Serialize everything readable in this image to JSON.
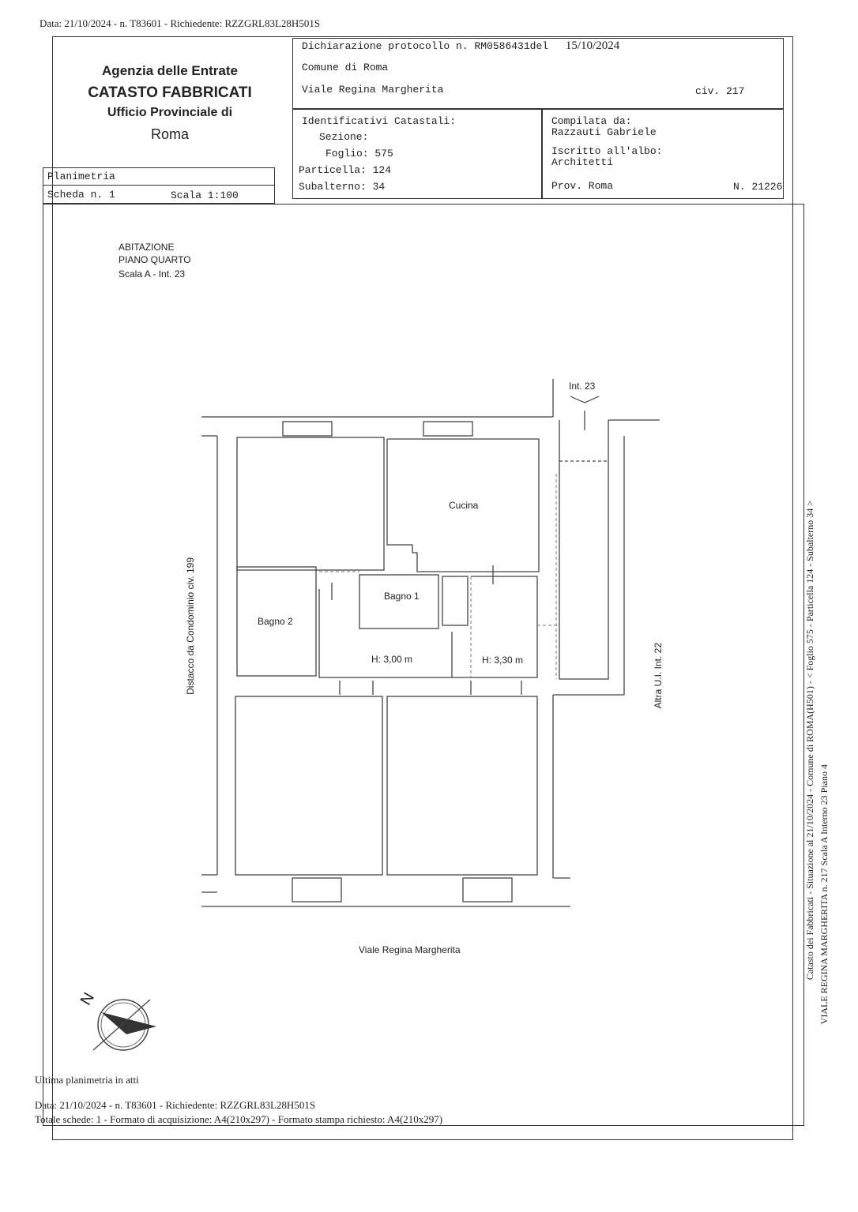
{
  "header_line": "Data: 21/10/2024 - n. T83601 - Richiedente: RZZGRL83L28H501S",
  "agency": {
    "line1": "Agenzia delle Entrate",
    "line2": "CATASTO FABBRICATI",
    "line3": "Ufficio Provinciale di",
    "line4": "Roma"
  },
  "protocol": {
    "text": "Dichiarazione protocollo n. RM0586431del",
    "date": "15/10/2024",
    "comune": "Comune di Roma",
    "address": "Viale Regina Margherita",
    "civ": "civ. 217"
  },
  "identificativi": {
    "title": "Identificativi Catastali:",
    "sezione": "Sezione:",
    "foglio": "Foglio: 575",
    "particella": "Particella: 124",
    "subalterno": "Subalterno: 34"
  },
  "compilata": {
    "label": "Compilata da:",
    "name": "Razzauti Gabriele",
    "albo_label": "Iscritto all'albo:",
    "albo": "Architetti",
    "prov": "Prov. Roma",
    "numero": "N. 21226"
  },
  "planimetria": {
    "title": "Planimetria",
    "scheda": "Scheda n. 1",
    "scala": "Scala 1:100"
  },
  "plan": {
    "unit_line1": "ABITAZIONE",
    "unit_line2": "PIANO QUARTO",
    "unit_line3": "Scala A - Int. 23",
    "int_label": "Int. 23",
    "cucina": "Cucina",
    "bagno1": "Bagno 1",
    "bagno2": "Bagno 2",
    "h1": "H: 3,00 m",
    "h2": "H: 3,30 m",
    "left_side": "Distacco da Condominio civ. 199",
    "right_side": "Altra U.I. Int. 22",
    "street": "Viale Regina Margherita",
    "north": "N"
  },
  "side_note": {
    "line1": "Catasto dei Fabbricati - Situazione al 21/10/2024 - Comune di ROMA(H501) - < Foglio 575 - Particella 124 - Subalterno 34 >",
    "line2": "VIALE REGINA MARGHERITA n. 217 Scala A Interno 23 Piano 4"
  },
  "footer": {
    "line1": "Ultima planimetria in atti",
    "line2": "Data: 21/10/2024 - n. T83601 - Richiedente: RZZGRL83L28H501S",
    "line3": "Totale schede: 1 - Formato di acquisizione: A4(210x297) - Formato stampa richiesto: A4(210x297)"
  }
}
